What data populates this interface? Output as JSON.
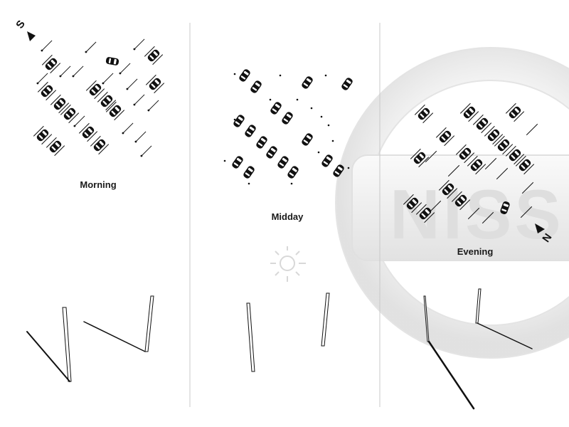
{
  "panels": [
    {
      "id": "morning",
      "label": "Morning"
    },
    {
      "id": "midday",
      "label": "Midday"
    },
    {
      "id": "evening",
      "label": "Evening"
    }
  ],
  "compass": {
    "south": "S",
    "north": "N"
  },
  "logo": {
    "text": "NISS"
  },
  "icons": {
    "sun": "sun-icon",
    "car": "car-icon",
    "arrow": "compass-arrow-icon"
  },
  "colors": {
    "ink": "#111111",
    "divider": "#bdbdbd",
    "logo": "#e9e9e9",
    "sun": "#dcdcdc"
  }
}
